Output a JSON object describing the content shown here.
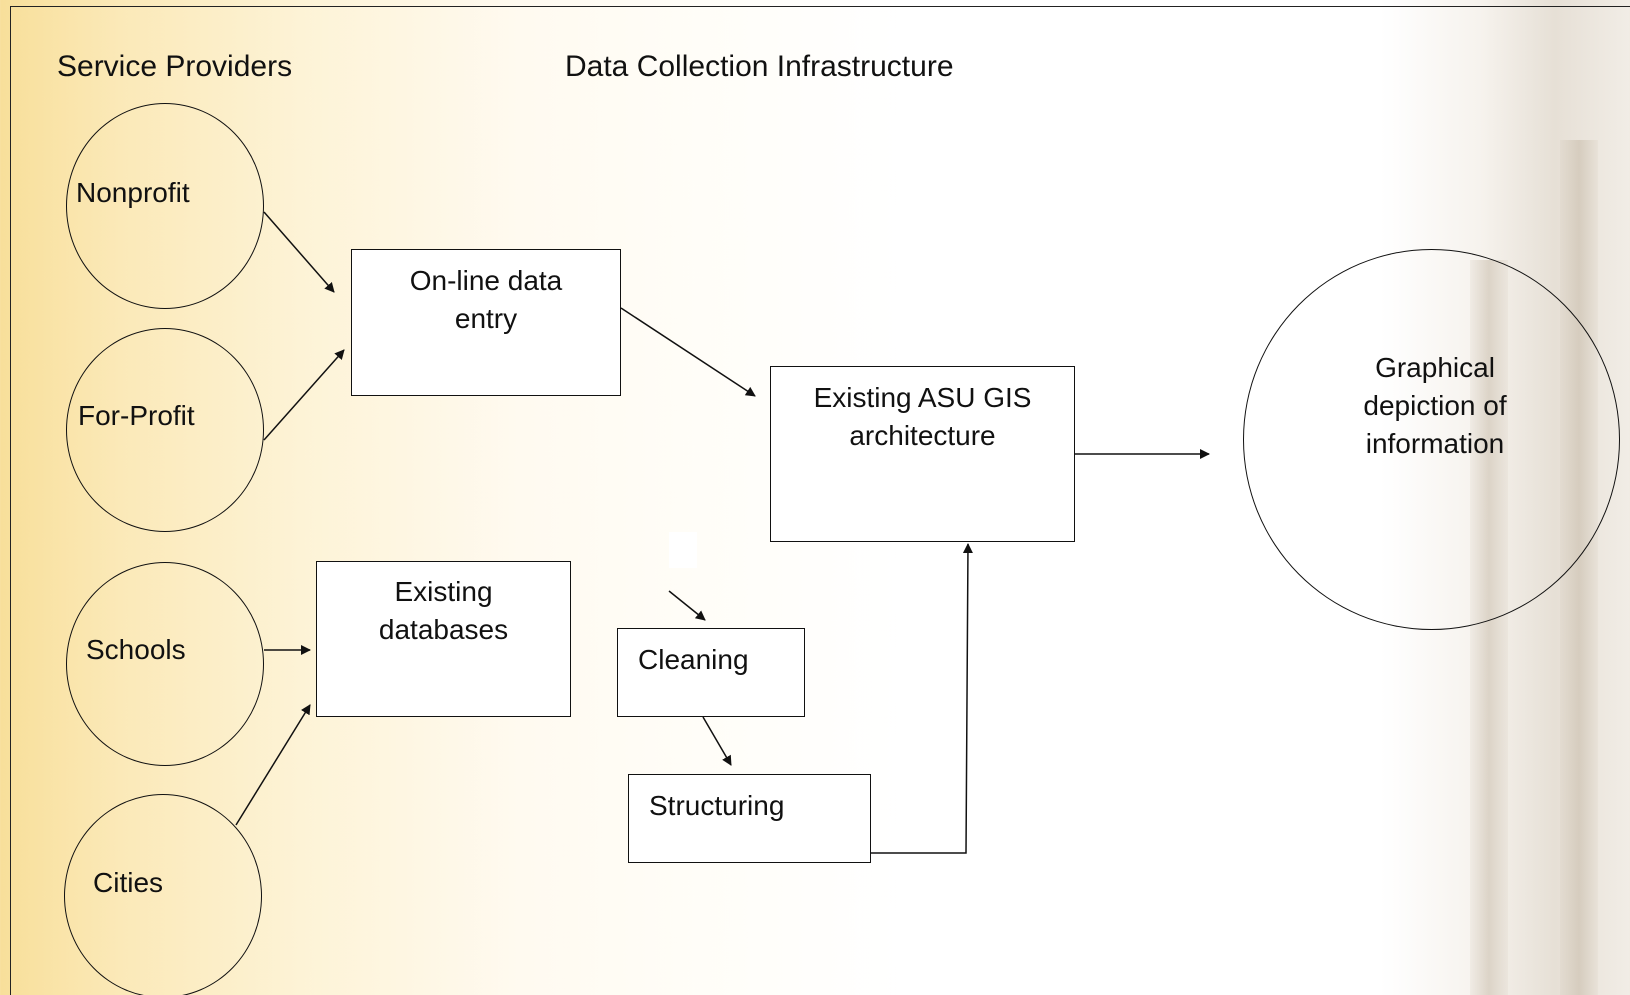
{
  "headings": {
    "service_providers": "Service Providers",
    "data_collection": "Data Collection Infrastructure"
  },
  "providers": {
    "nonprofit": "Nonprofit",
    "for_profit": "For-Profit",
    "schools": "Schools",
    "cities": "Cities"
  },
  "boxes": {
    "online_entry_line1": "On-line data",
    "online_entry_line2": "entry",
    "existing_db_line1": "Existing",
    "existing_db_line2": "databases",
    "cleaning": "Cleaning",
    "structuring": "Structuring",
    "gis_line1": "Existing ASU GIS",
    "gis_line2": "architecture"
  },
  "output": {
    "line1": "Graphical",
    "line2": "depiction of",
    "line3": "information"
  }
}
